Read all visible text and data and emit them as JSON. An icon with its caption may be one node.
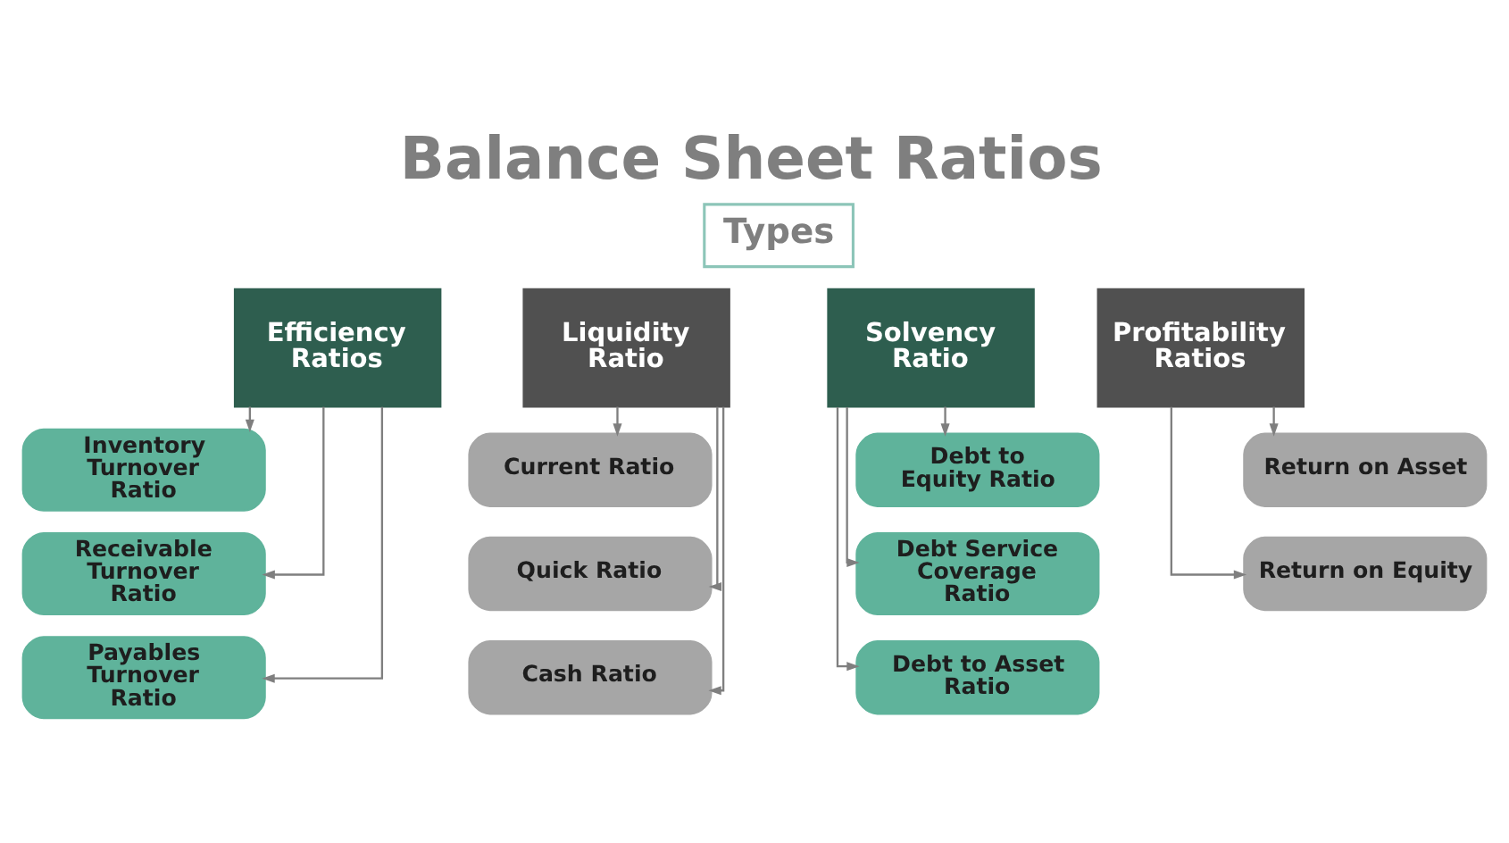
{
  "diagram": {
    "title": "Balance Sheet Ratios",
    "nodes": [
      {
        "text": [
          "Types"
        ]
      },
      {
        "text": [
          "Efficiency Ratios"
        ]
      },
      {
        "text": [
          "Inventory Turnover Ratio"
        ]
      },
      {
        "text": [
          "Receivable Turnover Ratio"
        ]
      },
      {
        "text": [
          "Payables Turnover Ratio"
        ]
      },
      {
        "text": [
          "Liquidity Ratio"
        ]
      },
      {
        "text": [
          "Current Ratio"
        ]
      },
      {
        "text": [
          "Quick Ratio"
        ]
      },
      {
        "text": [
          "Cash Ratio"
        ]
      },
      {
        "text": [
          "Solvency Ratio"
        ]
      },
      {
        "text": [
          "Debt to Equity Ratio"
        ]
      },
      {
        "text": [
          "Debt Service Coverage Ratio"
        ]
      },
      {
        "text": [
          "Debt to Asset Ratio"
        ]
      },
      {
        "text": [
          "Profitability Ratios"
        ]
      },
      {
        "text": [
          "Return on Asset"
        ]
      },
      {
        "text": [
          "Return on Equity"
        ]
      }
    ],
    "edges": [
      {
        "from": 1,
        "to": 2,
        "arrow": "to"
      },
      {
        "from": 1,
        "to": 3,
        "arrow": "to"
      },
      {
        "from": 1,
        "to": 4,
        "arrow": "to"
      },
      {
        "from": 5,
        "to": 6,
        "arrow": "to"
      },
      {
        "from": 5,
        "to": 7,
        "arrow": "to"
      },
      {
        "from": 5,
        "to": 8,
        "arrow": "to"
      },
      {
        "from": 9,
        "to": 10,
        "arrow": "to"
      },
      {
        "from": 9,
        "to": 11,
        "arrow": "to"
      },
      {
        "from": 9,
        "to": 12,
        "arrow": "to"
      },
      {
        "from": 13,
        "to": 14,
        "arrow": "to"
      },
      {
        "from": 13,
        "to": 15,
        "arrow": "to"
      }
    ]
  }
}
